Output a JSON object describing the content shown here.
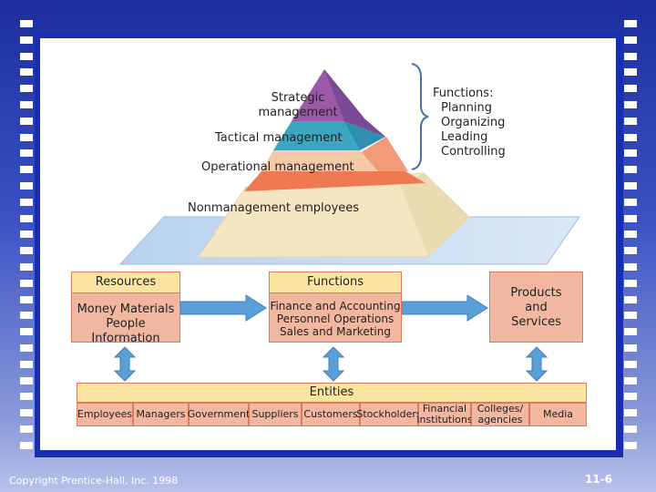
{
  "pyramid": {
    "levels": [
      {
        "label_lines": [
          "Strategic",
          "management"
        ],
        "color": "#9b5aa8"
      },
      {
        "label_lines": [
          "Tactical management"
        ],
        "color": "#3aa6c0"
      },
      {
        "label_lines": [
          "Operational management"
        ],
        "color": "#ef7a52"
      },
      {
        "label_lines": [
          "Nonmanagement employees"
        ],
        "color": "#f5e6c2"
      }
    ]
  },
  "functions_list": {
    "heading": "Functions:",
    "items": [
      "Planning",
      "Organizing",
      "Leading",
      "Controlling"
    ]
  },
  "flow": {
    "resources": {
      "title": "Resources",
      "lines": [
        "Money Materials",
        "People Information"
      ]
    },
    "functions": {
      "title": "Functions",
      "lines": [
        "Finance and Accounting",
        "Personnel Operations",
        "Sales and Marketing"
      ]
    },
    "products": {
      "lines": [
        "Products",
        "and",
        "Services"
      ]
    }
  },
  "entities": {
    "title": "Entities",
    "items": [
      [
        "Employees"
      ],
      [
        "Managers"
      ],
      [
        "Government"
      ],
      [
        "Suppliers"
      ],
      [
        "Customers"
      ],
      [
        "Stockholders"
      ],
      [
        "Financial",
        "institutions"
      ],
      [
        "Colleges/",
        "agencies"
      ],
      [
        "Media"
      ]
    ]
  },
  "footer": {
    "copyright": "Copyright Prentice-Hall, Inc. 1998",
    "slide_number": "11-6"
  },
  "colors": {
    "accent_blue": "#1a2fb0",
    "box_fill": "#f2b7a0",
    "box_header": "#fbe3a0",
    "box_border": "#e07a5a",
    "arrow_blue": "#5b9fd8",
    "floor_blue": "#c7dcf2"
  }
}
